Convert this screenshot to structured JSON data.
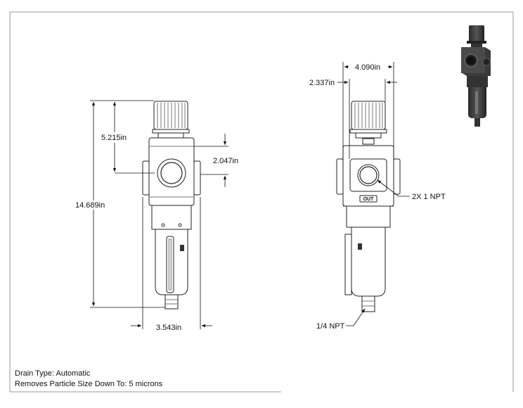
{
  "dimensions": {
    "overall_height": "14.689in",
    "top_to_port": "5.215in",
    "port_height": "2.047in",
    "body_width": "3.543in",
    "side_width": "4.090in",
    "port_offset": "2.337in"
  },
  "callouts": {
    "main_ports": "2X 1 NPT",
    "drain_port": "1/4 NPT",
    "out_marking": "OUT"
  },
  "notes": {
    "drain_type": "Drain Type: Automatic",
    "particle_size": "Removes Particle Size Down To: 5 microns"
  }
}
